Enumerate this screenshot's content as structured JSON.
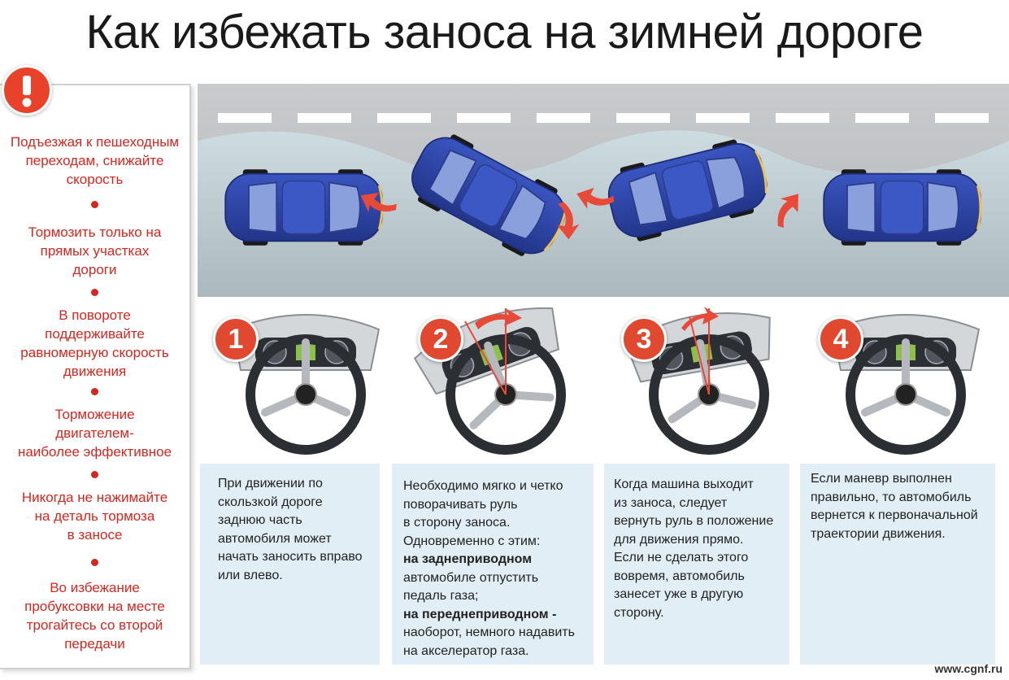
{
  "title": "Как избежать заноса на зимней дороге",
  "sidebar": {
    "tips": [
      [
        "Подъезжая к пешеходным",
        "переходам, снижайте",
        "скорость"
      ],
      [
        "Тормозить только на",
        "прямых участках",
        "дороги"
      ],
      [
        "В повороте",
        "поддерживайте",
        "равномерную скорость",
        "движения"
      ],
      [
        "Торможение",
        "двигателем-",
        "наиболее эффективное"
      ],
      [
        "Никогда не нажимайте",
        "на деталь тормоза",
        "в заносе"
      ],
      [
        "Во избежание",
        "пробуксовки на месте",
        "трогайтесь со второй",
        "передачи"
      ]
    ]
  },
  "steps": [
    {
      "number": "1",
      "lines": [
        "При движении по",
        "скользкой дороге",
        "заднюю часть",
        "автомобиля может",
        "начать заносить вправо",
        "или влево."
      ]
    },
    {
      "number": "2",
      "lines": [
        "Необходимо мягко и четко",
        "поворачивать руль",
        "в сторону заноса.",
        "Одновременно с этим:"
      ],
      "bold1": "на заднеприводном",
      "lines2": [
        "автомобиле отпустить",
        "педаль газа;"
      ],
      "bold2": "на переднеприводном -",
      "lines3": [
        "наоборот, немного надавить",
        "на акселератор газа."
      ]
    },
    {
      "number": "3",
      "lines": [
        "Когда машина выходит",
        "из заноса, следует",
        "вернуть руль в положение",
        "для движения прямо.",
        "Если не сделать этого",
        "вовремя, автомобиль",
        "занесет уже в другую",
        "сторону."
      ]
    },
    {
      "number": "4",
      "lines": [
        "Если маневр выполнен",
        "правильно, то автомобиль",
        "вернется к первоначальной",
        "траектории движения."
      ]
    }
  ],
  "site": "www.cgnf.ru",
  "colors": {
    "accent": "#e0492f",
    "tip_text": "#d7261e",
    "card_bg": "#e2eef6",
    "car_body": "#2f47a8"
  }
}
